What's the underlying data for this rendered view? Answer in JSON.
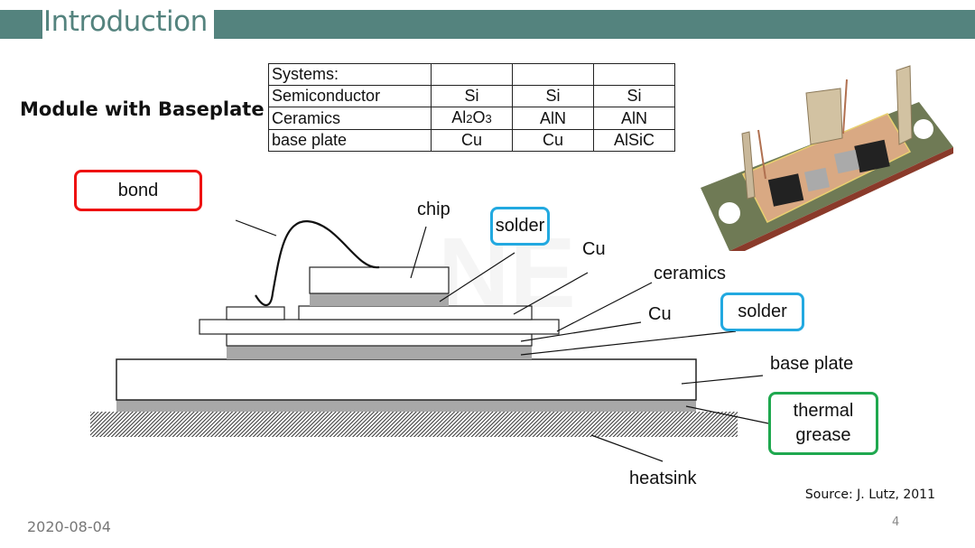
{
  "header": {
    "title": "Introduction"
  },
  "subtitle": "Module with Baseplate",
  "systems_table": {
    "rows": [
      [
        "Systems:",
        "",
        "",
        ""
      ],
      [
        "Semiconductor",
        "Si",
        "Si",
        "Si"
      ],
      [
        "Ceramics",
        "Al2O3",
        "AlN",
        "AlN"
      ],
      [
        "base plate",
        "Cu",
        "Cu",
        "AlSiC"
      ]
    ]
  },
  "photo": {
    "description": "power module with baseplate photo"
  },
  "diagram": {
    "labels": {
      "bond": "bond",
      "chip": "chip",
      "solder_top": "solder",
      "cu_top": "Cu",
      "ceramics": "ceramics",
      "cu_bottom": "Cu",
      "solder_bottom": "solder",
      "base_plate": "base plate",
      "thermal_grease": "thermal grease",
      "heatsink": "heatsink"
    },
    "highlight_colors": {
      "bond": "#e11111",
      "solder": "#22a9e0",
      "thermal_grease": "#1fa84f"
    }
  },
  "footer": {
    "source": "Source: J. Lutz, 2011",
    "date": "2020-08-04",
    "page": "4"
  },
  "theme": {
    "accent": "#54837e"
  }
}
